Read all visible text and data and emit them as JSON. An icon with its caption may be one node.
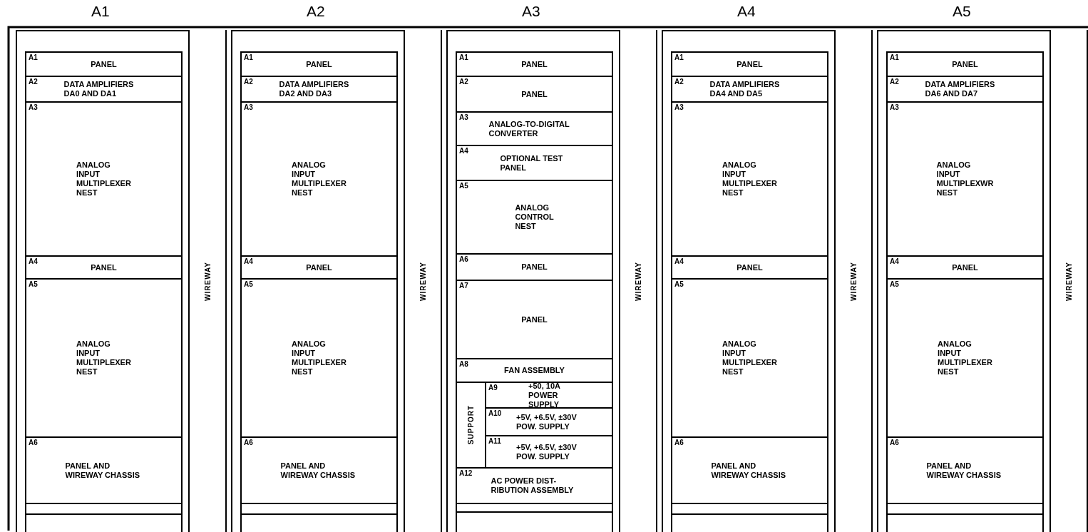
{
  "diagram": {
    "nodes": [
      {
        "text": [
          "A1"
        ]
      },
      {
        "text": [
          "A1",
          "PANEL"
        ],
        "in": 0
      },
      {
        "text": [
          "A2",
          "DATA AMPLIFIERS DA0 AND DA1"
        ],
        "in": 0
      },
      {
        "text": [
          "A3",
          "ANALOG INPUT MULTIPLEXER NEST"
        ],
        "in": 0
      },
      {
        "text": [
          "A4",
          "PANEL"
        ],
        "in": 0
      },
      {
        "text": [
          "A5",
          "ANALOG INPUT MULTIPLEXER NEST"
        ],
        "in": 0
      },
      {
        "text": [
          "A6",
          "PANEL AND WIREWAY CHASSIS"
        ],
        "in": 0
      },
      {
        "text": [],
        "shape": "box",
        "in": 0
      },
      {
        "text": [],
        "shape": "box",
        "in": 0
      },
      {
        "text": [
          "WIREWAY"
        ],
        "in": 0
      },
      {
        "text": [
          "A2"
        ]
      },
      {
        "text": [
          "A1",
          "PANEL"
        ],
        "in": 10
      },
      {
        "text": [
          "A2",
          "DATA AMPLIFIERS DA2 AND DA3"
        ],
        "in": 10
      },
      {
        "text": [
          "A3",
          "ANALOG INPUT MULTIPLEXER NEST"
        ],
        "in": 10
      },
      {
        "text": [
          "A4",
          "PANEL"
        ],
        "in": 10
      },
      {
        "text": [
          "A5",
          "ANALOG INPUT MULTIPLEXER NEST"
        ],
        "in": 10
      },
      {
        "text": [
          "A6",
          "PANEL AND WIREWAY CHASSIS"
        ],
        "in": 10
      },
      {
        "text": [],
        "shape": "box",
        "in": 10
      },
      {
        "text": [],
        "shape": "box",
        "in": 10
      },
      {
        "text": [
          "WIREWAY"
        ],
        "in": 10
      },
      {
        "text": [
          "A3"
        ]
      },
      {
        "text": [
          "A1",
          "PANEL"
        ],
        "in": 20
      },
      {
        "text": [
          "A2",
          "PANEL"
        ],
        "in": 20
      },
      {
        "text": [
          "A3",
          "ANALOG-TO-DIGITAL CONVERTER"
        ],
        "in": 20
      },
      {
        "text": [
          "A4",
          "OPTIONAL TEST PANEL"
        ],
        "in": 20
      },
      {
        "text": [
          "A5",
          "ANALOG CONTROL NEST"
        ],
        "in": 20
      },
      {
        "text": [
          "A6",
          "PANEL"
        ],
        "in": 20
      },
      {
        "text": [
          "A7",
          "PANEL"
        ],
        "in": 20
      },
      {
        "text": [
          "A8",
          "FAN ASSEMBLY"
        ],
        "in": 20
      },
      {
        "text": [
          "SUPPORT"
        ],
        "in": 20
      },
      {
        "text": [
          "A9",
          "+50, 10A POWER SUPPLY"
        ],
        "in": 20
      },
      {
        "text": [
          "A10",
          "+5V, +6.5V, ±30V POW. SUPPLY"
        ],
        "in": 20
      },
      {
        "text": [
          "A11",
          "+5V, +6.5V, ±30V POW. SUPPLY"
        ],
        "in": 20
      },
      {
        "text": [
          "A12",
          "AC POWER DIST-RIBUTION ASSEMBLY"
        ],
        "in": 20
      },
      {
        "text": [],
        "shape": "box",
        "in": 20
      },
      {
        "text": [],
        "shape": "box",
        "in": 20
      },
      {
        "text": [
          "WIREWAY"
        ],
        "in": 20
      },
      {
        "text": [
          "A4"
        ]
      },
      {
        "text": [
          "A1",
          "PANEL"
        ],
        "in": 37
      },
      {
        "text": [
          "A2",
          "DATA AMPLIFIERS DA4 AND DA5"
        ],
        "in": 37
      },
      {
        "text": [
          "A3",
          "ANALOG INPUT MULTIPLEXER NEST"
        ],
        "in": 37
      },
      {
        "text": [
          "A4",
          "PANEL"
        ],
        "in": 37
      },
      {
        "text": [
          "A5",
          "ANALOG INPUT MULTIPLEXER NEST"
        ],
        "in": 37
      },
      {
        "text": [
          "A6",
          "PANEL AND WIREWAY CHASSIS"
        ],
        "in": 37
      },
      {
        "text": [],
        "shape": "box",
        "in": 37
      },
      {
        "text": [],
        "shape": "box",
        "in": 37
      },
      {
        "text": [
          "WIREWAY"
        ],
        "in": 37
      },
      {
        "text": [
          "A5"
        ]
      },
      {
        "text": [
          "A1",
          "PANEL"
        ],
        "in": 47
      },
      {
        "text": [
          "A2",
          "DATA AMPLIFIERS DA6 AND DA7"
        ],
        "in": 47
      },
      {
        "text": [
          "A3",
          "ANALOG INPUT MULTIPLEXWR NEST"
        ],
        "in": 47
      },
      {
        "text": [
          "A4",
          "PANEL"
        ],
        "in": 47
      },
      {
        "text": [
          "A5",
          "ANALOG INPUT MULTIPLEXER NEST"
        ],
        "in": 47
      },
      {
        "text": [
          "A6",
          "PANEL AND WIREWAY CHASSIS"
        ],
        "in": 47
      },
      {
        "text": [],
        "shape": "box",
        "in": 47
      },
      {
        "text": [],
        "shape": "box",
        "in": 47
      },
      {
        "text": [
          "WIREWAY"
        ],
        "in": 47
      }
    ]
  }
}
